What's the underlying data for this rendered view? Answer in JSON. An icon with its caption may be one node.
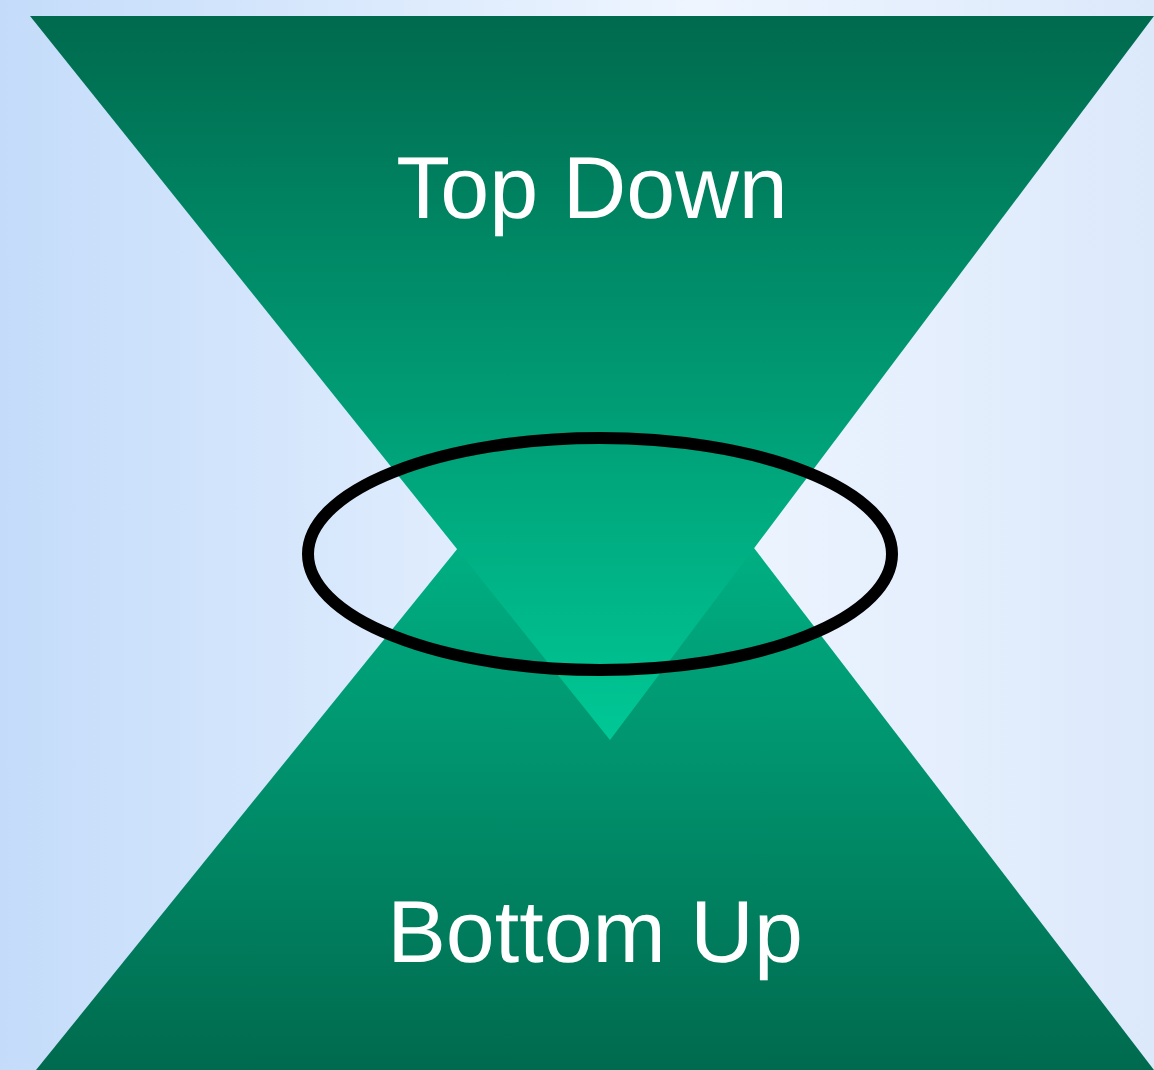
{
  "diagram": {
    "nodes": [
      {
        "text": [
          "Top Down"
        ]
      },
      {
        "text": [
          "Bottom Up"
        ]
      },
      {
        "text": [],
        "shape": "ellipse"
      }
    ]
  }
}
